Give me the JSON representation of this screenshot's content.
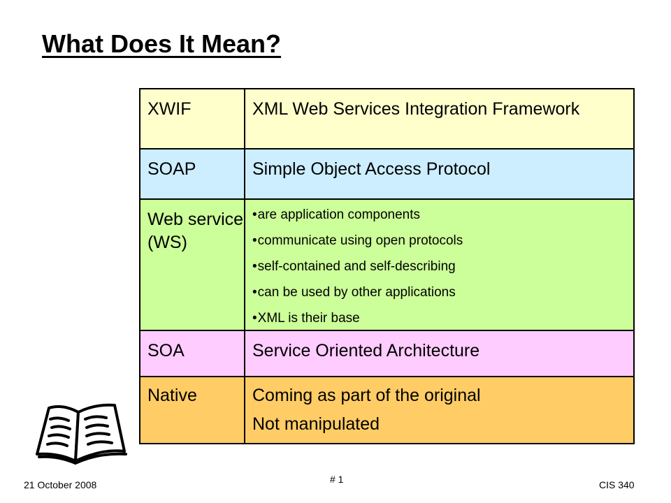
{
  "slide": {
    "title": "What Does It Mean?",
    "table": {
      "rows": [
        {
          "term": "XWIF",
          "definition": "XML Web Services Integration Framework"
        },
        {
          "term": "SOAP",
          "definition": "Simple Object Access Protocol"
        },
        {
          "term": "Web service (WS)",
          "bullets": [
            "are application components",
            "communicate using open protocols",
            "self-contained and self-describing",
            "can be used by other applications",
            "XML is their base"
          ]
        },
        {
          "term": "SOA",
          "definition": "Service Oriented Architecture"
        },
        {
          "term": "Native",
          "definition_lines": [
            "Coming as part of the original",
            "Not manipulated"
          ]
        }
      ]
    },
    "bullet_char": "•",
    "footer": {
      "date": "21 October 2008",
      "page": "# 1",
      "course": "CIS 340"
    },
    "icons": {
      "book": "open-book-icon"
    },
    "colors": {
      "xwif": "#ffffcc",
      "soap": "#cceeff",
      "ws": "#ccff99",
      "soa": "#ffccff",
      "native": "#ffcc66"
    }
  }
}
